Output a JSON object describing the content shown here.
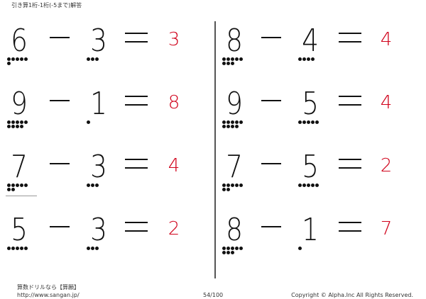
{
  "page_title": "引き算1桁-1桁(-5まで)解答",
  "theme": {
    "answer_color": "#d0021b",
    "text_color": "#111111"
  },
  "left_column": [
    {
      "a": "6",
      "op": "minus",
      "b": "3",
      "answer": "3"
    },
    {
      "a": "9",
      "op": "minus",
      "b": "1",
      "answer": "8"
    },
    {
      "a": "7",
      "op": "minus",
      "b": "3",
      "answer": "4"
    },
    {
      "a": "5",
      "op": "minus",
      "b": "3",
      "answer": "2"
    }
  ],
  "right_column": [
    {
      "a": "8",
      "op": "minus",
      "b": "4",
      "answer": "4"
    },
    {
      "a": "9",
      "op": "minus",
      "b": "5",
      "answer": "4"
    },
    {
      "a": "7",
      "op": "minus",
      "b": "5",
      "answer": "2"
    },
    {
      "a": "8",
      "op": "minus",
      "b": "1",
      "answer": "7"
    }
  ],
  "footer": {
    "site_name": "算数ドリルなら【算願】",
    "url": "http://www.sangan.jp/",
    "page_number": "54/100",
    "copyright": "Copyright © Alpha.Inc All Rights Reserved."
  }
}
